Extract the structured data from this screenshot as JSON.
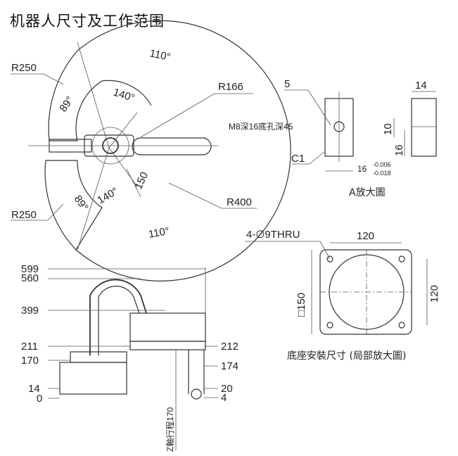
{
  "title": "机器人尺寸及工作范围",
  "top_view": {
    "r250_top": "R250",
    "r250_bottom": "R250",
    "r166": "R166",
    "r400": "R400",
    "angle_110_top": "110°",
    "angle_110_bottom": "110°",
    "angle_140_top": "140°",
    "angle_140_bottom": "140°",
    "angle_89_top": "89°",
    "angle_89_bottom": "89°",
    "dim_150": "150"
  },
  "detail_a": {
    "dim_5": "5",
    "dim_14": "14",
    "dim_10": "10",
    "dim_16": "16",
    "hole_note": "M8深16底孔深45",
    "chamfer": "C1",
    "tol_base": "16",
    "tol_upper": "-0.006",
    "tol_lower": "-0.018",
    "caption": "A放大圖"
  },
  "side_view": {
    "h599": "599",
    "h560": "560",
    "h399": "399",
    "h211": "211",
    "h170": "170",
    "h14": "14",
    "h0": "0",
    "h212": "212",
    "h174": "174",
    "h20": "20",
    "h4": "4",
    "stroke_label": "Z軸行程170"
  },
  "base_view": {
    "holes": "4-∅9THRU",
    "w120": "120",
    "h120": "120",
    "sq150": "□150",
    "caption": "底座安裝尺寸 (局部放大圖)"
  }
}
